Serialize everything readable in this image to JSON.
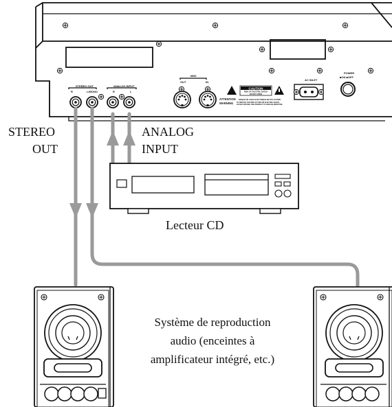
{
  "device": {
    "stereo_out_header": "STEREO OUT",
    "stereo_out_jacks": [
      "R",
      "L/MONO"
    ],
    "analog_input_header": "ANALOG INPUT",
    "analog_input_jacks": [
      "R",
      "L"
    ],
    "midi_header": "MIDI",
    "midi_out": "OUT",
    "midi_in": "IN",
    "ac_inlet": "AC INLET",
    "power_label": "POWER",
    "power_states": "■ON ■OFF",
    "caution_title": "CAUTION",
    "caution_line1": "RISK OF ELECTRIC SHOCK",
    "caution_line2": "DO NOT OPEN",
    "attention_label": "ATTENTION",
    "attention_text": "RISQUE DE CHOC ELECTRIQUE NE PAS OUVRIR",
    "warning_label": "WARNING",
    "warning_text1": "TO REDUCE THE RISK OF FIRE OR ELECTRIC SHOCK,",
    "warning_text2": "DO NOT EXPOSE THIS PRODUCT TO RAIN OR MOISTURE."
  },
  "labels": {
    "stereo_out_1": "STEREO",
    "stereo_out_2": "OUT",
    "analog_input_1": "ANALOG",
    "analog_input_2": "INPUT",
    "cd_player": "Lecteur CD",
    "speakers_1": "Système de reproduction",
    "speakers_2": "audio (enceintes à",
    "speakers_3": "amplificateur intégré, etc.)"
  }
}
